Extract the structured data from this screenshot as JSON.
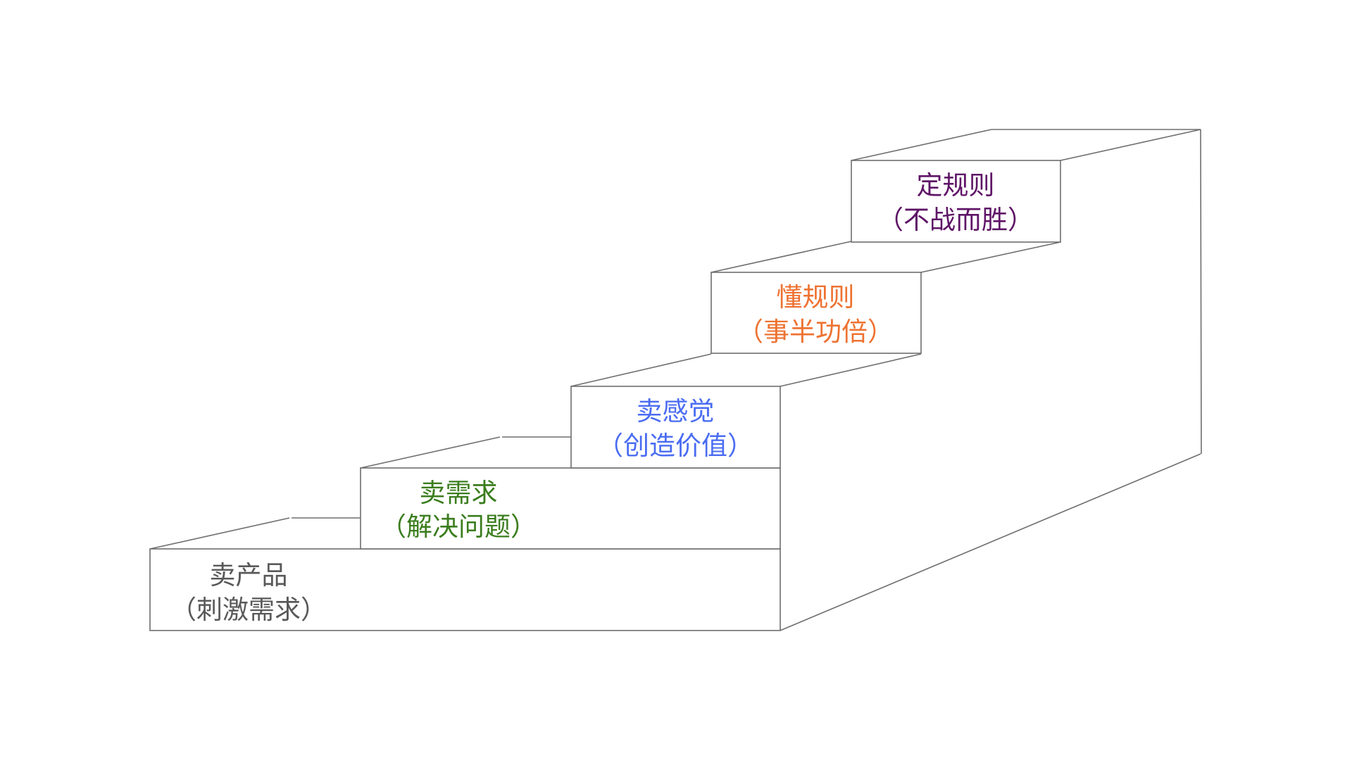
{
  "steps": [
    {
      "title": "卖产品",
      "subtitle": "（刺激需求）",
      "color": "#595959"
    },
    {
      "title": "卖需求",
      "subtitle": "（解决问题）",
      "color": "#3b7d1e"
    },
    {
      "title": "卖感觉",
      "subtitle": "（创造价值）",
      "color": "#4a6cf2"
    },
    {
      "title": "懂规则",
      "subtitle": "（事半功倍）",
      "color": "#ee7231"
    },
    {
      "title": "定规则",
      "subtitle": "（不战而胜）",
      "color": "#5e1466"
    }
  ]
}
